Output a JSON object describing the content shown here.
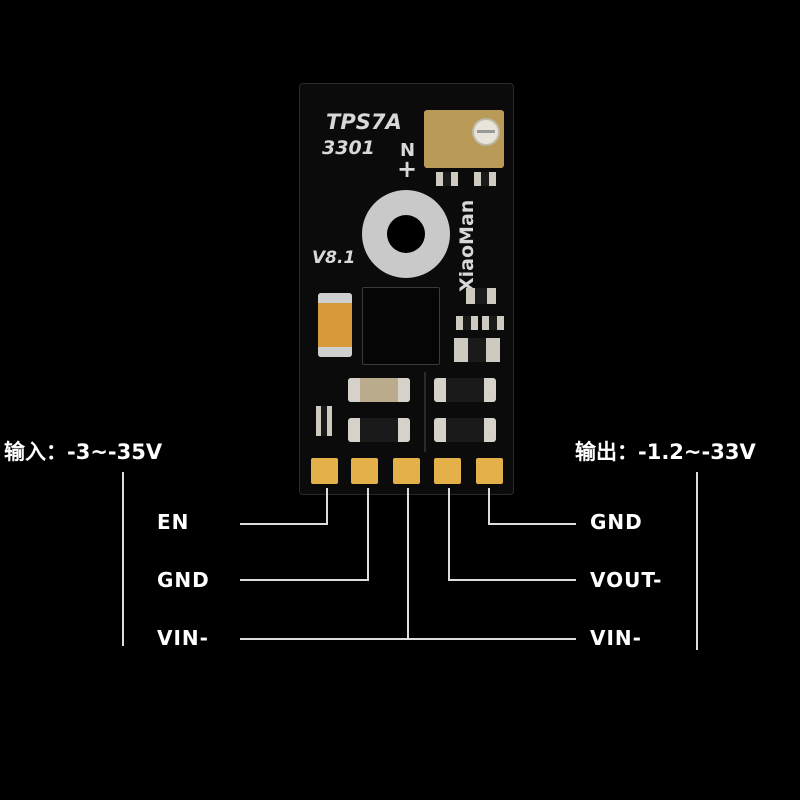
{
  "board": {
    "chip_line1": "TPS7A",
    "chip_line2": "3301",
    "version": "V8.1",
    "brand": "XiaoMan",
    "pot_minus": "N",
    "pot_plus": "+"
  },
  "spec": {
    "input": "输入：-3~-35V",
    "output": "输出：-1.2~-33V"
  },
  "pins": {
    "left": [
      "EN",
      "GND",
      "VIN-"
    ],
    "right": [
      "GND",
      "VOUT-",
      "VIN-"
    ]
  },
  "colors": {
    "background": "#000000",
    "pcb": "#0b0b0b",
    "pad": "#e3b04a",
    "wire": "#dddddd"
  }
}
